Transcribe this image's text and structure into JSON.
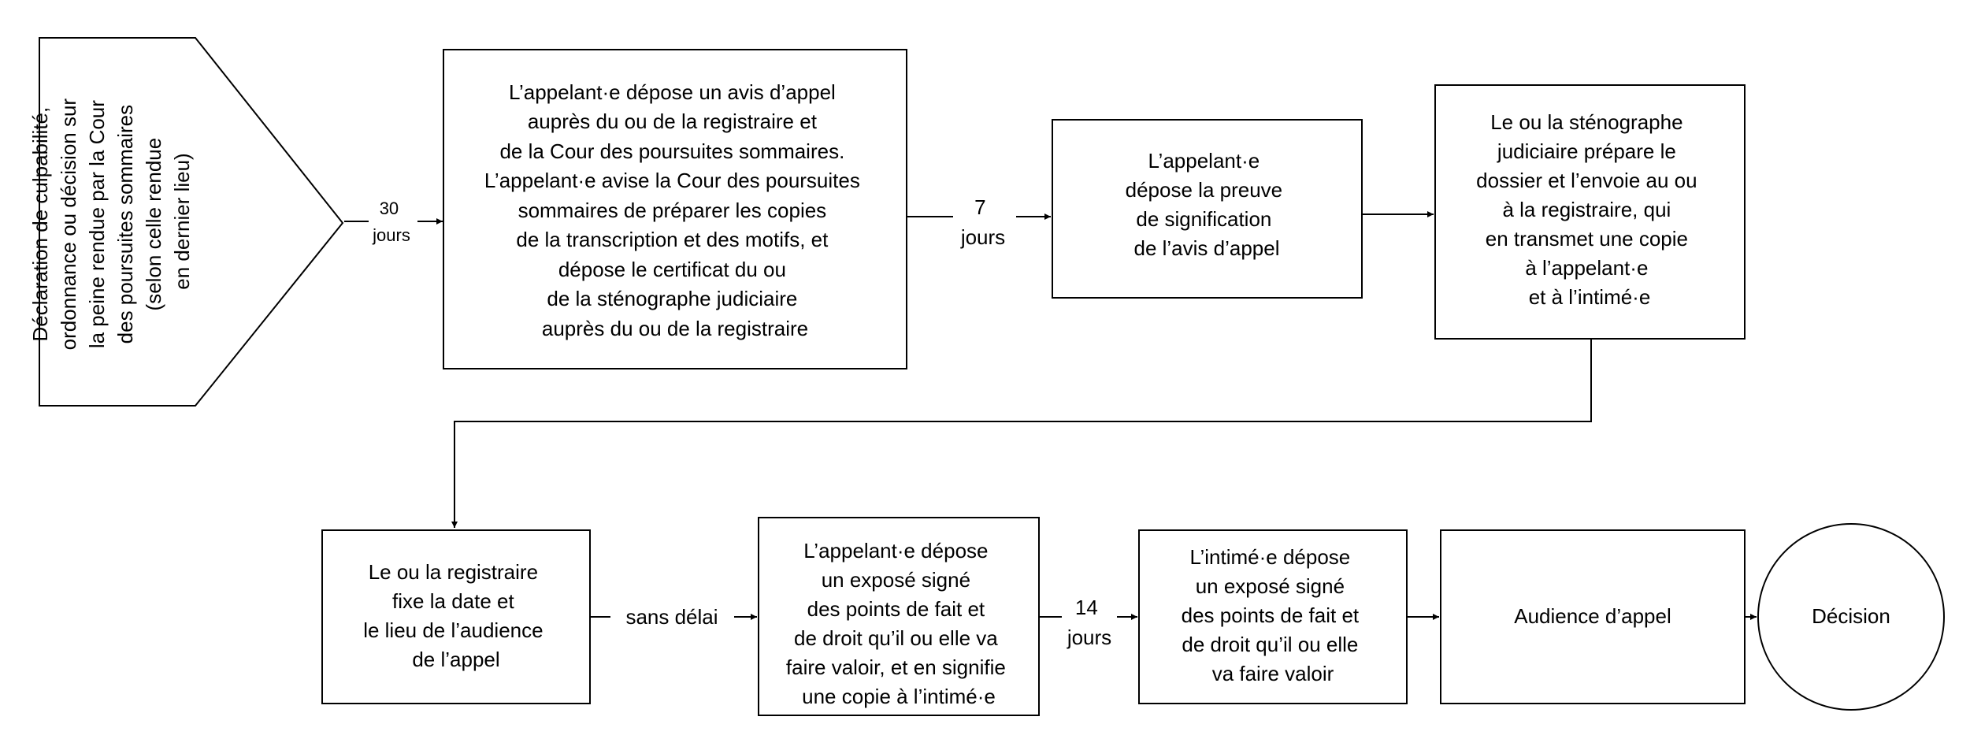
{
  "nodes": {
    "start": [
      "Déclaration de culpabilité,",
      "ordonnance ou décision sur",
      "la peine rendue par la Cour",
      "des poursuites sommaires",
      "(selon celle rendue",
      "en dernier lieu)"
    ],
    "avis": [
      "L’appelant·e dépose un avis d’appel",
      "auprès du ou de la registraire et",
      "de la Cour des poursuites sommaires.",
      "L’appelant·e avise la Cour des poursuites",
      "sommaires de préparer les copies",
      "de la transcription et des motifs, et",
      "dépose le certificat du ou",
      "de la sténographe judiciaire",
      "auprès du ou de la registraire"
    ],
    "preuve": [
      "L’appelant·e",
      "dépose la preuve",
      "de signification",
      "de l’avis d’appel"
    ],
    "stenographe": [
      "Le ou la sténographe",
      "judiciaire prépare le",
      "dossier et l’envoie au ou",
      "à la registraire, qui",
      "en transmet une copie",
      "à l’appelant·e",
      "et à l’intimé·e"
    ],
    "registraire": [
      "Le ou la registraire",
      "fixe la date et",
      "le lieu de l’audience",
      "de l’appel"
    ],
    "expose_appelant": [
      "L’appelant·e dépose",
      "un exposé signé",
      "des points de fait et",
      "de droit qu’il ou elle va",
      "faire valoir, et en signifie",
      "une copie à l’intimé·e"
    ],
    "expose_intime": [
      "L’intimé·e dépose",
      "un exposé signé",
      "des points de fait et",
      "de droit qu’il ou elle",
      "va faire valoir"
    ],
    "audience": [
      "Audience d’appel"
    ],
    "decision": [
      "Décision"
    ]
  },
  "edges": {
    "e1": [
      "30",
      "jours"
    ],
    "e2": [
      "7",
      "jours"
    ],
    "e5": [
      "sans délai"
    ],
    "e6": [
      "14",
      "jours"
    ]
  }
}
